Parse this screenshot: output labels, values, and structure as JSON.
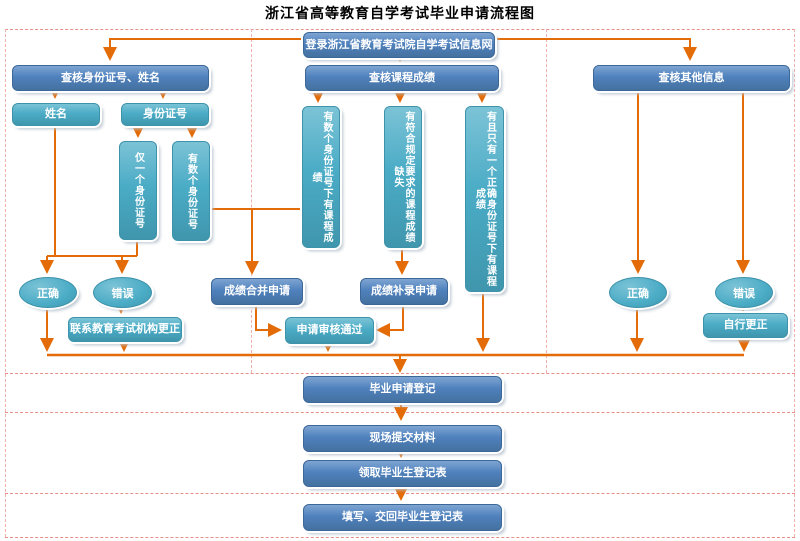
{
  "title": "浙江省高等教育自学考试毕业申请流程图",
  "colors": {
    "process_blue": "#4f81bd",
    "state_teal": "#4bacc6",
    "connector_orange": "#e36c09",
    "divider_salmon": "#e88f88"
  },
  "nodes": {
    "login": "登录浙江省教育考试院自学考试信息网",
    "check_id_name": "查核身份证号、姓名",
    "name": "姓名",
    "id_number": "身份证号",
    "only_one_id": "仅一个身份证号",
    "several_ids": "有数个身份证号",
    "correct_left": "正确",
    "error_left": "错误",
    "contact_fix": "联系教育考试机构更正",
    "check_scores": "查核课程成绩",
    "scores_under_several_ids": "有数个身份证号下有课程成绩",
    "scores_missing": "有符合规定要求的课程成绩缺失",
    "scores_under_one_id": "有且只有一个正确身份证号下有课程成绩",
    "merge_apply": "成绩合并申请",
    "supplement_apply": "成绩补录申请",
    "review_passed": "申请审核通过",
    "check_other": "查核其他信息",
    "correct_right": "正确",
    "error_right": "错误",
    "self_fix": "自行更正",
    "grad_register": "毕业申请登记",
    "submit_materials": "现场提交材料",
    "receive_form": "领取毕业生登记表",
    "fill_return_form": "填写、交回毕业生登记表"
  }
}
